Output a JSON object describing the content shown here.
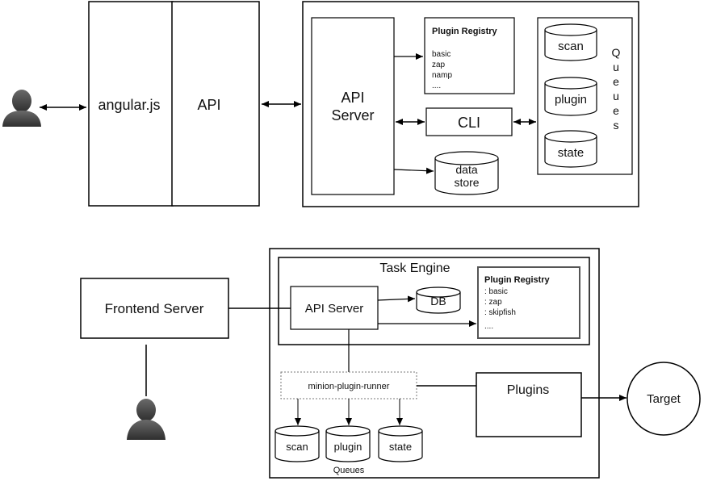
{
  "top": {
    "frontend_label": "angular.js",
    "api_label": "API",
    "api_server_line1": "API",
    "api_server_line2": "Server",
    "plugin_registry": {
      "title": "Plugin Registry",
      "items": [
        "basic",
        "zap",
        "namp",
        "...."
      ]
    },
    "cli_label": "CLI",
    "datastore_line1": "data",
    "datastore_line2": "store",
    "queues": [
      "scan",
      "plugin",
      "state"
    ],
    "queues_label_letters": [
      "Q",
      "u",
      "e",
      "u",
      "e",
      "s"
    ]
  },
  "bottom": {
    "frontend_server_label": "Frontend Server",
    "task_engine_label": "Task Engine",
    "api_server_label": "API Server",
    "db_label": "DB",
    "plugin_registry": {
      "title": "Plugin Registry",
      "items": [
        ": basic",
        ": zap",
        ": skipfish",
        "...."
      ]
    },
    "runner_label": "minion-plugin-runner",
    "queues": [
      "scan",
      "plugin",
      "state"
    ],
    "queues_caption": "Queues",
    "plugins_label": "Plugins",
    "target_label": "Target"
  }
}
